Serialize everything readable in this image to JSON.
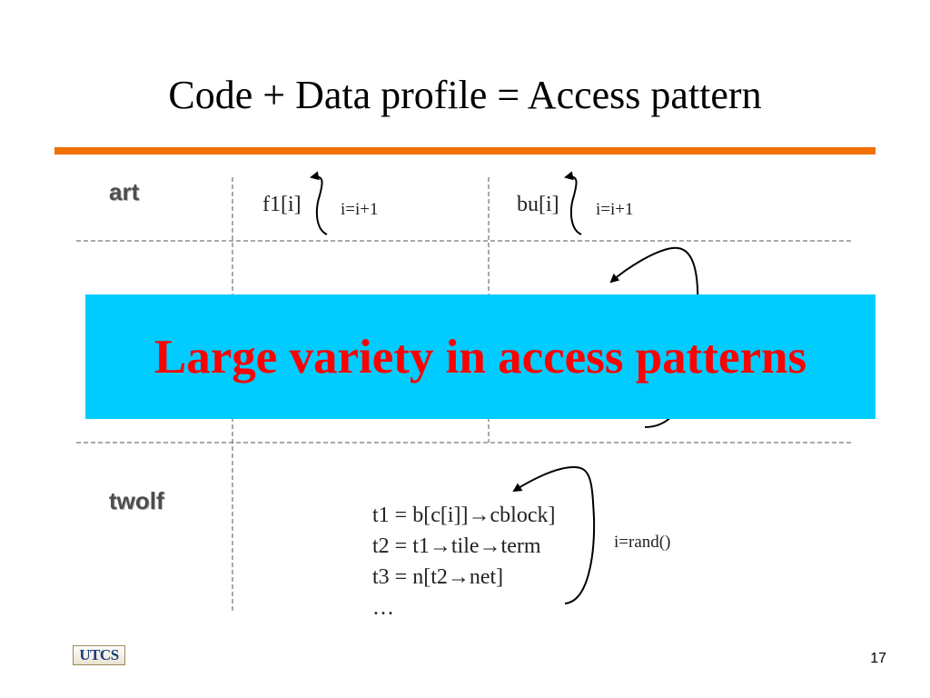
{
  "slide": {
    "title": "Code + Data profile = Access pattern",
    "accent_color": "#f07000",
    "page_number": "17",
    "logo_text": "UTCS"
  },
  "rows": {
    "art": {
      "label": "art",
      "code_a": "f1[i]",
      "step_a": "i=i+1",
      "code_b": "bu[i]",
      "step_b": "i=i+1"
    },
    "twolf": {
      "label": "twolf",
      "lines": [
        "t1 = b[c[i]]→cblock]",
        "t2 = t1→tile→term",
        "t3 = n[t2→net]",
        "…"
      ],
      "step": "i=rand()"
    }
  },
  "banner": {
    "text": "Large variety in access patterns",
    "background": "#00ccff",
    "text_color": "#ff0000"
  }
}
